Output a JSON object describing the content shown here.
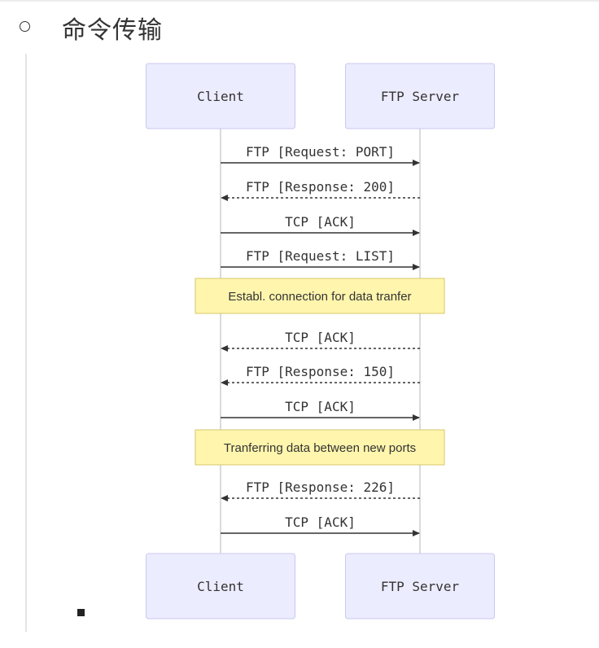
{
  "heading": "命令传输",
  "diagram": {
    "participants": [
      "Client",
      "FTP Server"
    ],
    "steps": [
      {
        "kind": "message",
        "text": "FTP [Request: PORT]",
        "from": "Client",
        "to": "FTP Server",
        "line": "solid"
      },
      {
        "kind": "message",
        "text": "FTP [Response: 200]",
        "from": "FTP Server",
        "to": "Client",
        "line": "dashed"
      },
      {
        "kind": "message",
        "text": "TCP [ACK]",
        "from": "Client",
        "to": "FTP Server",
        "line": "solid"
      },
      {
        "kind": "message",
        "text": "FTP [Request: LIST]",
        "from": "Client",
        "to": "FTP Server",
        "line": "solid"
      },
      {
        "kind": "note",
        "text": "Establ. connection for data tranfer"
      },
      {
        "kind": "message",
        "text": "TCP [ACK]",
        "from": "FTP Server",
        "to": "Client",
        "line": "dashed"
      },
      {
        "kind": "message",
        "text": "FTP [Response: 150]",
        "from": "FTP Server",
        "to": "Client",
        "line": "dashed"
      },
      {
        "kind": "message",
        "text": "TCP [ACK]",
        "from": "Client",
        "to": "FTP Server",
        "line": "solid"
      },
      {
        "kind": "note",
        "text": "Tranferring data between new ports"
      },
      {
        "kind": "message",
        "text": "FTP [Response: 226]",
        "from": "FTP Server",
        "to": "Client",
        "line": "dashed"
      },
      {
        "kind": "message",
        "text": "TCP [ACK]",
        "from": "Client",
        "to": "FTP Server",
        "line": "solid"
      }
    ]
  },
  "colors": {
    "actor_fill": "#ececff",
    "note_fill": "#fff5ad",
    "line": "#333333"
  }
}
